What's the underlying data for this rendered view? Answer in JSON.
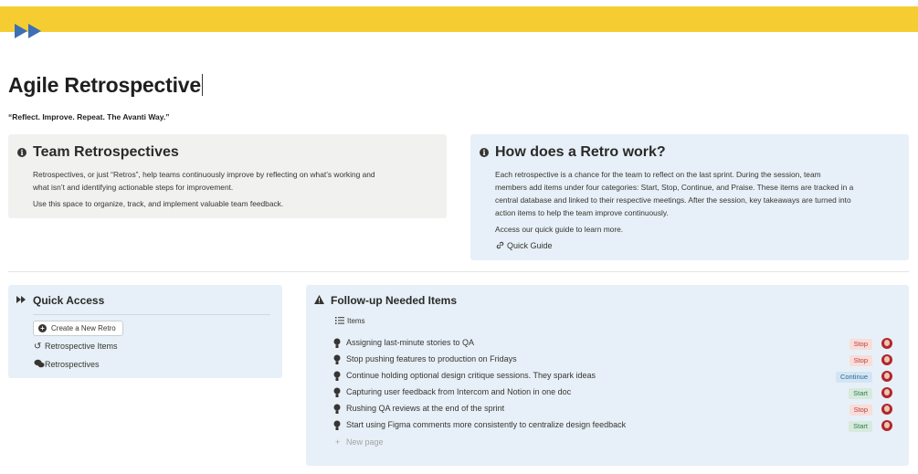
{
  "page": {
    "title": "Agile Retrospective",
    "quote": "“Reflect. Improve. Repeat. The Avanti Way.”"
  },
  "team_callout": {
    "heading": "Team Retrospectives",
    "p1_line1": "Retrospectives, or just “Retros”, help teams continuously improve by reflecting on what’s working and",
    "p1_line2": "what isn’t and identifying actionable steps for improvement.",
    "p2": "Use this space to organize, track, and implement valuable team feedback."
  },
  "how_callout": {
    "heading": "How does a Retro work?",
    "line1": "Each retrospective is a chance for the team to reflect on the last sprint. During the session, team",
    "line2": "members add items under four categories: Start, Stop, Continue, and Praise. These items are tracked in a",
    "line3": "central database and linked to their respective meetings. After the session, key takeaways are turned into",
    "line4": "action items to help the team improve continuously.",
    "p2": "Access our quick guide to learn more.",
    "link": "Quick Guide"
  },
  "quick_access": {
    "heading": "Quick Access",
    "new_button": "Create a New Retro",
    "items": [
      "Retrospective Items",
      "Retrospectives"
    ]
  },
  "follow_up": {
    "heading": "Follow-up Needed Items",
    "view_label": "Items",
    "rows": [
      {
        "text": "Assigning last-minute stories to QA",
        "tag": "Stop"
      },
      {
        "text": "Stop pushing features to production on Fridays",
        "tag": "Stop"
      },
      {
        "text": "Continue holding optional design critique sessions. They spark ideas",
        "tag": "Continue"
      },
      {
        "text": "Capturing user feedback from Intercom and Notion in one doc",
        "tag": "Start"
      },
      {
        "text": "Rushing QA reviews at the end of the sprint",
        "tag": "Stop"
      },
      {
        "text": "Start using Figma comments more consistently to centralize design feedback",
        "tag": "Start"
      }
    ],
    "new_page": "New page"
  },
  "colors": {
    "cover": "#f5cd33",
    "page_icon": "#3d6fb4",
    "callout_gray": "#f1f1ef",
    "callout_blue": "#e7f0f8",
    "tag_stop": "#fadcd9",
    "tag_start": "#d6eadd",
    "tag_continue": "#d3e5f3"
  },
  "icons": {
    "page": "fast-forward-icon",
    "info": "info-icon",
    "link": "link-icon",
    "quick_access": "fast-forward-icon",
    "warning": "warning-icon",
    "list": "list-icon",
    "retro_items": "undo-icon",
    "retros": "chat-bubbles-icon",
    "row": "lightbulb-icon"
  }
}
